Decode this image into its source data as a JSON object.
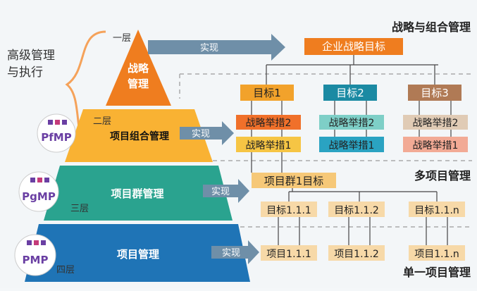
{
  "side_label": {
    "line1": "高级管理",
    "line2": "与执行"
  },
  "layers": [
    "一层",
    "二层",
    "三层",
    "四层"
  ],
  "tiers": [
    {
      "label_line1": "战略",
      "label_line2": "管理"
    },
    {
      "label": "项目组合管理"
    },
    {
      "label": "项目群管理"
    },
    {
      "label": "项目管理"
    }
  ],
  "badges": [
    "PfMP",
    "PgMP",
    "PMP"
  ],
  "arrow_label": "实现",
  "headings": [
    "战略与组合管理",
    "多项目管理",
    "单一项目管理"
  ],
  "enterprise_goal": "企业战略目标",
  "goals": [
    {
      "label": "目标1",
      "measures": [
        "战略举措2",
        "战略举措1"
      ]
    },
    {
      "label": "目标2",
      "measures": [
        "战略举措2",
        "战略举措1"
      ]
    },
    {
      "label": "目标3",
      "measures": [
        "战略举措2",
        "战略举措1"
      ]
    }
  ],
  "program_goal": "项目群1目标",
  "sub_goals": [
    "目标1.1.1",
    "目标1.1.2",
    "目标1.1.n"
  ],
  "projects": [
    "项目1.1.1",
    "项目1.1.2",
    "项目1.1.n"
  ],
  "colors": {
    "strategy": "#ef7d1f",
    "portfolio": "#f9b233",
    "program": "#2aa38f",
    "project": "#1f74b6",
    "arrow": "#6f8fa8"
  }
}
